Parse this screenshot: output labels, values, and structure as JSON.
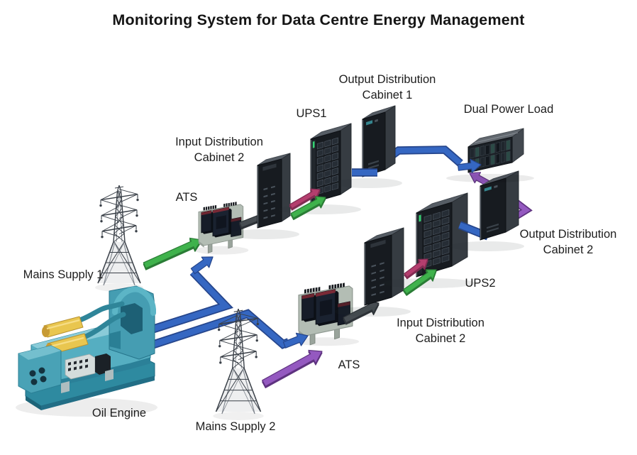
{
  "title": "Monitoring System for Data Centre Energy Management",
  "nodes": {
    "mains_supply_1": {
      "label": "Mains Supply 1"
    },
    "mains_supply_2": {
      "label": "Mains Supply 2"
    },
    "oil_engine": {
      "label": "Oil Engine"
    },
    "ats_1": {
      "label": "ATS"
    },
    "ats_2": {
      "label": "ATS"
    },
    "input_distribution_cabinet_top": {
      "line1": "Input Distribution",
      "line2": "Cabinet 2"
    },
    "input_distribution_cabinet_bottom": {
      "line1": "Input Distribution",
      "line2": "Cabinet 2"
    },
    "ups1": {
      "label": "UPS1"
    },
    "ups2": {
      "label": "UPS2"
    },
    "output_distribution_cabinet_1": {
      "line1": "Output Distribution",
      "line2": "Cabinet 1"
    },
    "output_distribution_cabinet_2": {
      "line1": "Output Distribution",
      "line2": "Cabinet 2"
    },
    "dual_power_load": {
      "label": "Dual Power Load"
    }
  },
  "colors": {
    "mains_flow_green": "#3fb24c",
    "mains_flow_green_dark": "#2b7d36",
    "generator_flow_blue": "#3567c2",
    "generator_flow_blue_dark": "#26468c",
    "ups_flow_pink": "#b43e6e",
    "ups_flow_pink_dark": "#822c52",
    "load_flow_purple": "#9459c0",
    "load_flow_purple_dark": "#5f3380",
    "ats_flow_gray": "#474d52",
    "ats_flow_gray_dark": "#2e3338",
    "engine_teal": "#55aec1",
    "engine_yellow": "#e9c64f",
    "cabinet_dark": "#171b20"
  },
  "edges": [
    {
      "from": "Mains Supply 1",
      "to": "ATS",
      "color": "green"
    },
    {
      "from": "Mains Supply 2",
      "to": "ATS",
      "color": "purple"
    },
    {
      "from": "Oil Engine",
      "to": "ATS",
      "color": "blue"
    },
    {
      "from": "Oil Engine",
      "to": "ATS",
      "color": "blue"
    },
    {
      "from": "ATS",
      "to": "Input Distribution Cabinet 2",
      "color": "gray"
    },
    {
      "from": "Input Distribution Cabinet 2",
      "to": "UPS1",
      "color": "pink"
    },
    {
      "from": "Input Distribution Cabinet 2",
      "to": "UPS1",
      "color": "green"
    },
    {
      "from": "UPS1",
      "to": "Dual Power Load",
      "color": "blue"
    },
    {
      "from": "Input Distribution Cabinet 2",
      "to": "UPS2",
      "color": "pink"
    },
    {
      "from": "Input Distribution Cabinet 2",
      "to": "UPS2",
      "color": "green"
    },
    {
      "from": "UPS2",
      "to": "Output Distribution Cabinet 2",
      "color": "blue"
    },
    {
      "from": "Output Distribution Cabinet 2",
      "to": "Dual Power Load",
      "color": "purple"
    }
  ]
}
